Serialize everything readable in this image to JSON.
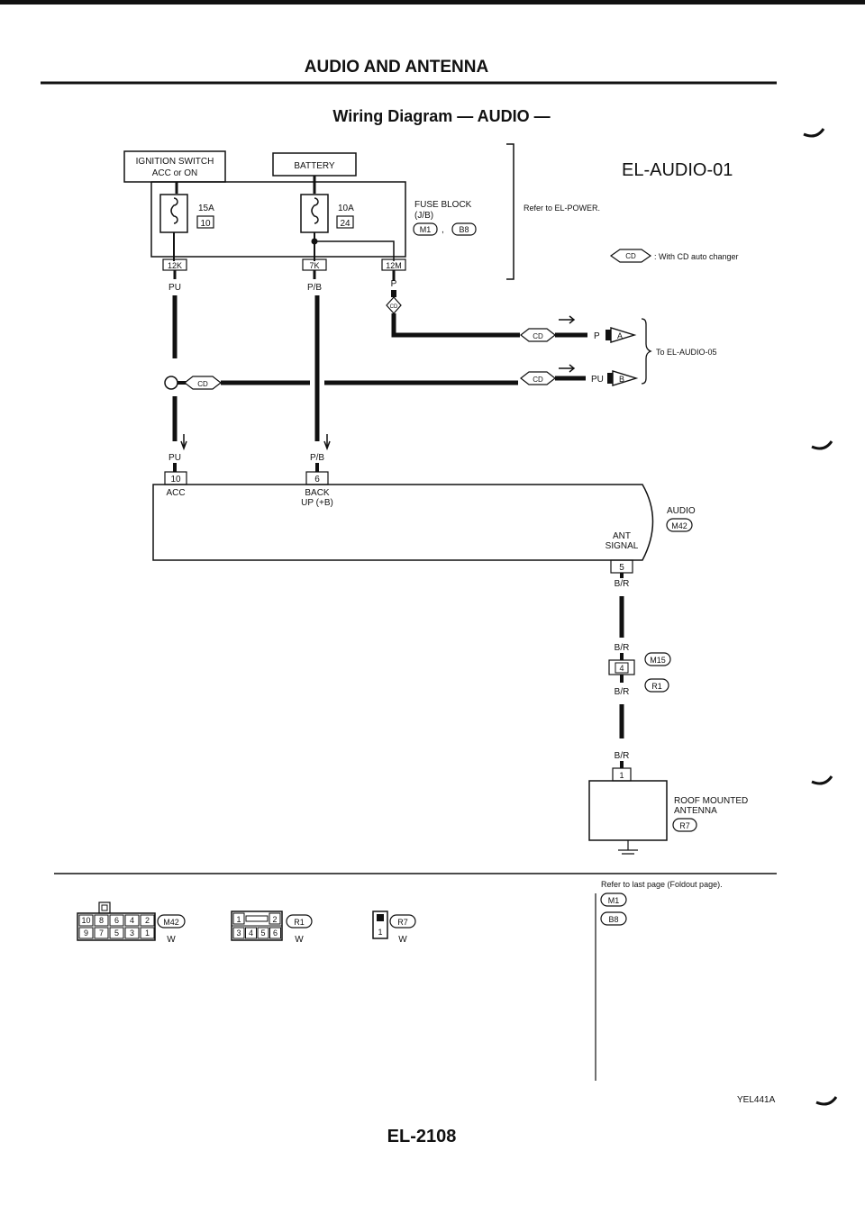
{
  "header": {
    "section_title": "AUDIO AND ANTENNA",
    "diagram_title": "Wiring Diagram — AUDIO —",
    "code": "EL-AUDIO-01"
  },
  "power": {
    "ignition_label_1": "IGNITION SWITCH",
    "ignition_label_2": "ACC or ON",
    "battery_label": "BATTERY",
    "fuse_a_amp": "15A",
    "fuse_a_num": "10",
    "fuse_b_amp": "10A",
    "fuse_b_num": "24",
    "fuse_block_1": "FUSE BLOCK",
    "fuse_block_2": "(J/B)",
    "fuse_block_conn_1": "M1",
    "fuse_block_sep": ",",
    "fuse_block_conn_2": "B8",
    "refer_power": "Refer to EL-POWER.",
    "term_12k": "12K",
    "term_7k": "7K",
    "term_12m": "12M"
  },
  "wires": {
    "pu": "PU",
    "pb": "P/B",
    "p": "P",
    "br": "B/R",
    "w": "W"
  },
  "cd": {
    "mark": "CD",
    "legend": ": With CD auto changer",
    "arrow_a": "A",
    "arrow_b": "B",
    "to_label": "To EL-AUDIO-05"
  },
  "audio_unit": {
    "acc_pin": "10",
    "acc_label": "ACC",
    "backup_pin": "6",
    "backup_label_1": "BACK",
    "backup_label_2": "UP (+B)",
    "name": "AUDIO",
    "conn": "M42",
    "ant_label_1": "ANT",
    "ant_label_2": "SIGNAL",
    "ant_pin": "5"
  },
  "joint": {
    "conn_1": "M15",
    "pin": "4",
    "conn_2": "R1"
  },
  "antenna": {
    "pin": "1",
    "label_1": "ROOF MOUNTED",
    "label_2": "ANTENNA",
    "conn": "R7"
  },
  "connectors": {
    "m42_top": [
      "10",
      "8",
      "6",
      "4",
      "2"
    ],
    "m42_bottom": [
      "9",
      "7",
      "5",
      "3",
      "1"
    ],
    "m42_name": "M42",
    "r1_top_left": "1",
    "r1_top_right": "2",
    "r1_bottom": [
      "3",
      "4",
      "5",
      "6"
    ],
    "r1_name": "R1",
    "r7_pin": "1",
    "r7_name": "R7"
  },
  "footer_refs": {
    "note": "Refer to last page (Foldout page).",
    "ref_1": "M1",
    "ref_2": "B8"
  },
  "footer": {
    "ref_code": "YEL441A",
    "page": "EL-2108"
  }
}
